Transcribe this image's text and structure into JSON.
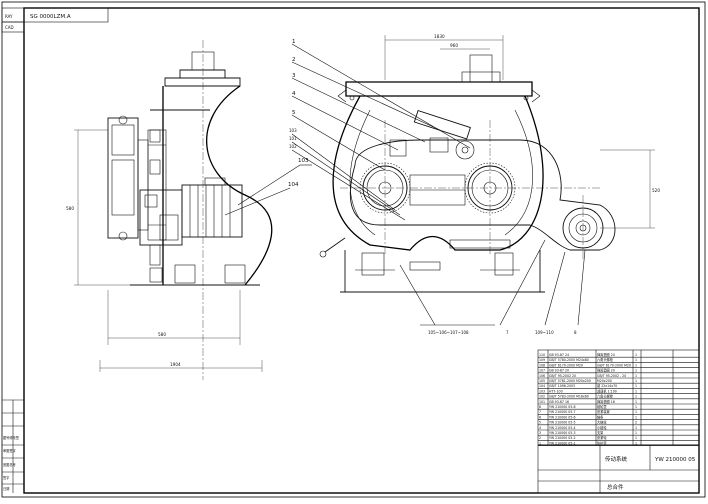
{
  "title_block": {
    "drawing_no_side": "SG 0000LZM.A",
    "drawing_no": "YW 210000 05",
    "drawing_name": "传动系统",
    "assembly_label": "总合件",
    "left_strip_labels": [
      "RAY",
      "CAD"
    ],
    "left_lower_labels": [
      "图号修改签",
      "审图签字",
      "底图总号",
      "签字",
      "日期"
    ]
  },
  "callouts": {
    "top": [
      "1",
      "2",
      "3",
      "4",
      "5",
      "103",
      "101",
      "102"
    ],
    "side_view": [
      "103",
      "104"
    ],
    "bottom_group": "105~106~107~108",
    "bottom_7": "7",
    "bottom_range": "109~110",
    "bottom_8": "8"
  },
  "dimensions": {
    "front_top": "1830",
    "front_inner": "960",
    "front_right": "520",
    "side_height": "580",
    "side_bottom": "580",
    "side_overall": "1904"
  },
  "bom": {
    "rows": [
      {
        "no": "110",
        "code": "GB 93-87 24",
        "name": "弹簧垫圈 24",
        "qty": "1"
      },
      {
        "no": "109",
        "code": "GB/T 5780-2000 M24x80",
        "name": "六角头螺栓",
        "qty": "1"
      },
      {
        "no": "108",
        "code": "GB/T 6170-2000 M20",
        "name": "GB/T 6170-2000 M20",
        "qty": "1"
      },
      {
        "no": "107",
        "code": "GB 93-87 20",
        "name": "弹簧垫圈 20",
        "qty": "1"
      },
      {
        "no": "106",
        "code": "GB/T 95-2002 20",
        "name": "GB/T 95-2002 - 20",
        "qty": "1"
      },
      {
        "no": "105",
        "code": "GB/T 5781-2000 M20x200",
        "name": "M20x200",
        "qty": "1"
      },
      {
        "no": "104",
        "code": "GB/T 1096-2003",
        "name": "键 22x14x70",
        "qty": "1"
      },
      {
        "no": "103",
        "code": "HT7-100",
        "name": "减速机 1:100",
        "qty": "1"
      },
      {
        "no": "102",
        "code": "GB/T 5783-2000 M16x60",
        "name": "六角头螺栓",
        "qty": "1"
      },
      {
        "no": "101",
        "code": "GB 93-87 16",
        "name": "弹簧垫圈 16",
        "qty": "1"
      },
      {
        "no": "8",
        "code": "YW 210000 05-8",
        "name": "链轮罩",
        "qty": "1"
      },
      {
        "no": "7",
        "code": "YW 210000 05-7",
        "name": "张紧装置",
        "qty": "1"
      },
      {
        "no": "6",
        "code": "YW 210000 05-6",
        "name": "链条",
        "qty": "1"
      },
      {
        "no": "5",
        "code": "YW 210000 05-5",
        "name": "大链轮",
        "qty": "2"
      },
      {
        "no": "4",
        "code": "YW 210000 05-4",
        "name": "小链轮",
        "qty": "1"
      },
      {
        "no": "3",
        "code": "YW 210000 05-3",
        "name": "支架",
        "qty": "1"
      },
      {
        "no": "2",
        "code": "YW 210000 05-2",
        "name": "张紧轮",
        "qty": "1"
      },
      {
        "no": "1",
        "code": "YW 210000 05-1",
        "name": "防护罩",
        "qty": "1"
      }
    ]
  }
}
